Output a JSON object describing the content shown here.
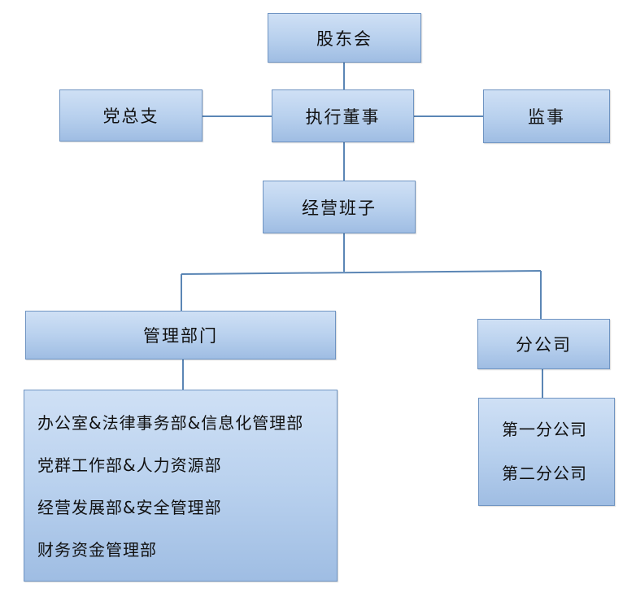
{
  "nodes": {
    "shareholders": "股东会",
    "party_branch": "党总支",
    "executive_director": "执行董事",
    "supervisor": "监事",
    "management_team": "经营班子",
    "management_depts": "管理部门",
    "branches": "分公司"
  },
  "dept_list": [
    "办公室&法律事务部&信息化管理部",
    "党群工作部&人力资源部",
    "经营发展部&安全管理部",
    "财务资金管理部"
  ],
  "branch_list": [
    "第一分公司",
    "第二分公司"
  ]
}
